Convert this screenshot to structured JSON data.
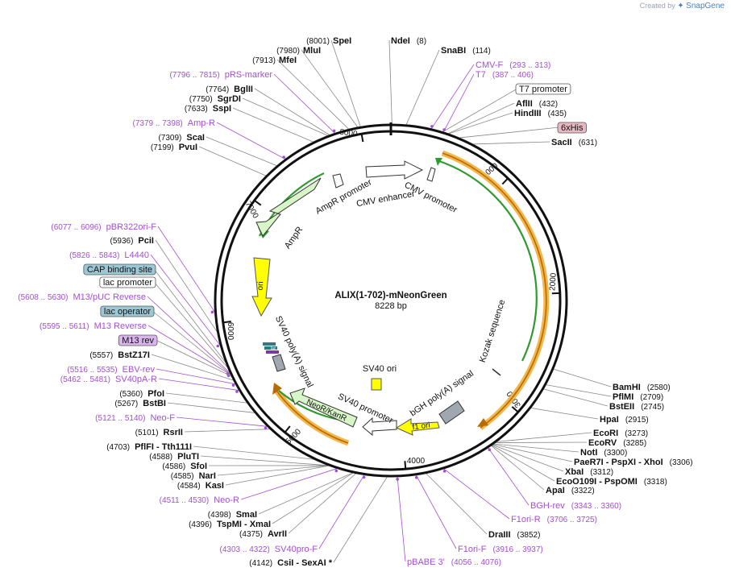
{
  "branding": {
    "created_by": "Created by",
    "product": "SnapGene",
    "logo_icon": "snapgene-logo-icon"
  },
  "plasmid": {
    "name": "ALIX(1-702)-mNeonGreen",
    "size": "8228 bp"
  },
  "colors": {
    "enzyme": "#111111",
    "enzyme_pos": "#111111",
    "primer": "#a24fd0",
    "feature_fill": "#d8f5c8",
    "cds_arrow": "#2f9a2f",
    "ori": "#ffff00",
    "orange_bar": "#f2b64a",
    "backbone": "#111111"
  },
  "ticks": [
    "1000",
    "2000",
    "3000",
    "4000",
    "5000",
    "6000",
    "7000",
    "8000"
  ],
  "map_labels": {
    "cmv_enhancer": "CMV enhancer",
    "cmv_promoter": "CMV promoter",
    "ampr_promoter": "AmpR promoter",
    "ampr": "AmpR",
    "ori": "ori",
    "sv40_polya": "SV40 poly(A) signal",
    "sv40_ori": "SV40 ori",
    "neor": "NeoR/KanR",
    "sv40_promoter": "SV40 promoter",
    "f1_ori": "f1 ori",
    "bgh_polya": "bGH poly(A) signal",
    "kozak": "Kozak sequence",
    "lac_small": "lac"
  },
  "right_labels": [
    {
      "kind": "primer",
      "name": "CMV-F",
      "pos": "(293 .. 313)"
    },
    {
      "kind": "primer",
      "name": "T7",
      "pos": "(387 .. 406)"
    },
    {
      "kind": "boxed",
      "name": "T7 promoter",
      "pos": ""
    },
    {
      "kind": "enzyme",
      "name": "AflII",
      "pos": "(432)"
    },
    {
      "kind": "enzyme",
      "name": "HindIII",
      "pos": "(435)"
    },
    {
      "kind": "boxed-pink",
      "name": "6xHis",
      "pos": ""
    },
    {
      "kind": "enzyme",
      "name": "SacII",
      "pos": "(631)"
    },
    {
      "kind": "enzyme",
      "name": "BamHI",
      "pos": "(2580)"
    },
    {
      "kind": "enzyme",
      "name": "PflMI",
      "pos": "(2709)"
    },
    {
      "kind": "enzyme",
      "name": "BstEII",
      "pos": "(2745)"
    },
    {
      "kind": "enzyme",
      "name": "HpaI",
      "pos": "(2915)"
    },
    {
      "kind": "enzyme",
      "name": "EcoRI",
      "pos": "(3273)"
    },
    {
      "kind": "enzyme",
      "name": "EcoRV",
      "pos": "(3285)"
    },
    {
      "kind": "enzyme",
      "name": "NotI",
      "pos": "(3300)"
    },
    {
      "kind": "enzyme",
      "name": "PaeR7I  -  PspXI  -  XhoI",
      "pos": "(3306)"
    },
    {
      "kind": "enzyme",
      "name": "XbaI",
      "pos": "(3312)"
    },
    {
      "kind": "enzyme",
      "name": "EcoO109I  -  PspOMI",
      "pos": "(3318)"
    },
    {
      "kind": "enzyme",
      "name": "ApaI",
      "pos": "(3322)"
    },
    {
      "kind": "primer",
      "name": "BGH-rev",
      "pos": "(3343 .. 3360)"
    },
    {
      "kind": "primer",
      "name": "F1ori-R",
      "pos": "(3706 .. 3725)"
    },
    {
      "kind": "enzyme",
      "name": "DraIII",
      "pos": "(3852)"
    },
    {
      "kind": "primer",
      "name": "F1ori-F",
      "pos": "(3916 .. 3937)"
    },
    {
      "kind": "primer",
      "name": "pBABE 3'",
      "pos": "(4056 .. 4076)"
    }
  ],
  "top_labels": [
    {
      "kind": "enzyme",
      "name": "SpeI",
      "pos": "(8001)"
    },
    {
      "kind": "enzyme",
      "name": "NdeI",
      "pos": "(8)"
    },
    {
      "kind": "enzyme",
      "name": "SnaBI",
      "pos": "(114)"
    },
    {
      "kind": "enzyme",
      "name": "MluI",
      "pos": "(7980)"
    },
    {
      "kind": "enzyme",
      "name": "MfeI",
      "pos": "(7913)"
    }
  ],
  "left_labels": [
    {
      "kind": "primer",
      "name": "pRS-marker",
      "pos": "(7796 .. 7815)"
    },
    {
      "kind": "enzyme",
      "name": "BglII",
      "pos": "(7764)"
    },
    {
      "kind": "enzyme",
      "name": "SgrDI",
      "pos": "(7750)"
    },
    {
      "kind": "enzyme",
      "name": "SspI",
      "pos": "(7633)"
    },
    {
      "kind": "primer",
      "name": "Amp-R",
      "pos": "(7379 .. 7398)"
    },
    {
      "kind": "enzyme",
      "name": "ScaI",
      "pos": "(7309)"
    },
    {
      "kind": "enzyme",
      "name": "PvuI",
      "pos": "(7199)"
    },
    {
      "kind": "primer",
      "name": "pBR322ori-F",
      "pos": "(6077 .. 6096)"
    },
    {
      "kind": "enzyme",
      "name": "PciI",
      "pos": "(5936)"
    },
    {
      "kind": "primer",
      "name": "L4440",
      "pos": "(5826 .. 5843)"
    },
    {
      "kind": "boxed-blue",
      "name": "CAP binding site",
      "pos": ""
    },
    {
      "kind": "boxed",
      "name": "lac promoter",
      "pos": ""
    },
    {
      "kind": "primer",
      "name": "M13/pUC Reverse",
      "pos": "(5608 .. 5630)"
    },
    {
      "kind": "boxed-blue",
      "name": "lac operator",
      "pos": ""
    },
    {
      "kind": "primer",
      "name": "M13 Reverse",
      "pos": "(5595 .. 5611)"
    },
    {
      "kind": "boxed-purple",
      "name": "M13 rev",
      "pos": ""
    },
    {
      "kind": "enzyme",
      "name": "BstZ17I",
      "pos": "(5557)"
    },
    {
      "kind": "primer",
      "name": "EBV-rev",
      "pos": "(5516 .. 5535)"
    },
    {
      "kind": "primer",
      "name": "SV40pA-R",
      "pos": "(5462 .. 5481)"
    },
    {
      "kind": "enzyme",
      "name": "PfoI",
      "pos": "(5360)"
    },
    {
      "kind": "enzyme",
      "name": "BstBI",
      "pos": "(5267)"
    },
    {
      "kind": "primer",
      "name": "Neo-F",
      "pos": "(5121 .. 5140)"
    },
    {
      "kind": "enzyme",
      "name": "RsrII",
      "pos": "(5101)"
    },
    {
      "kind": "enzyme",
      "name": "PflFI  -  Tth111I",
      "pos": "(4703)"
    },
    {
      "kind": "enzyme",
      "name": "PluTI",
      "pos": "(4588)"
    },
    {
      "kind": "enzyme",
      "name": "SfoI",
      "pos": "(4586)"
    },
    {
      "kind": "enzyme",
      "name": "NarI",
      "pos": "(4585)"
    },
    {
      "kind": "enzyme",
      "name": "KasI",
      "pos": "(4584)"
    },
    {
      "kind": "primer",
      "name": "Neo-R",
      "pos": "(4511 .. 4530)"
    },
    {
      "kind": "enzyme",
      "name": "SmaI",
      "pos": "(4398)"
    },
    {
      "kind": "enzyme",
      "name": "TspMI  -  XmaI",
      "pos": "(4396)"
    },
    {
      "kind": "enzyme",
      "name": "AvrII",
      "pos": "(4375)"
    },
    {
      "kind": "primer",
      "name": "SV40pro-F",
      "pos": "(4303 .. 4322)"
    },
    {
      "kind": "enzyme",
      "name": "CsiI  -  SexAI  *",
      "pos": "(4142)"
    }
  ]
}
